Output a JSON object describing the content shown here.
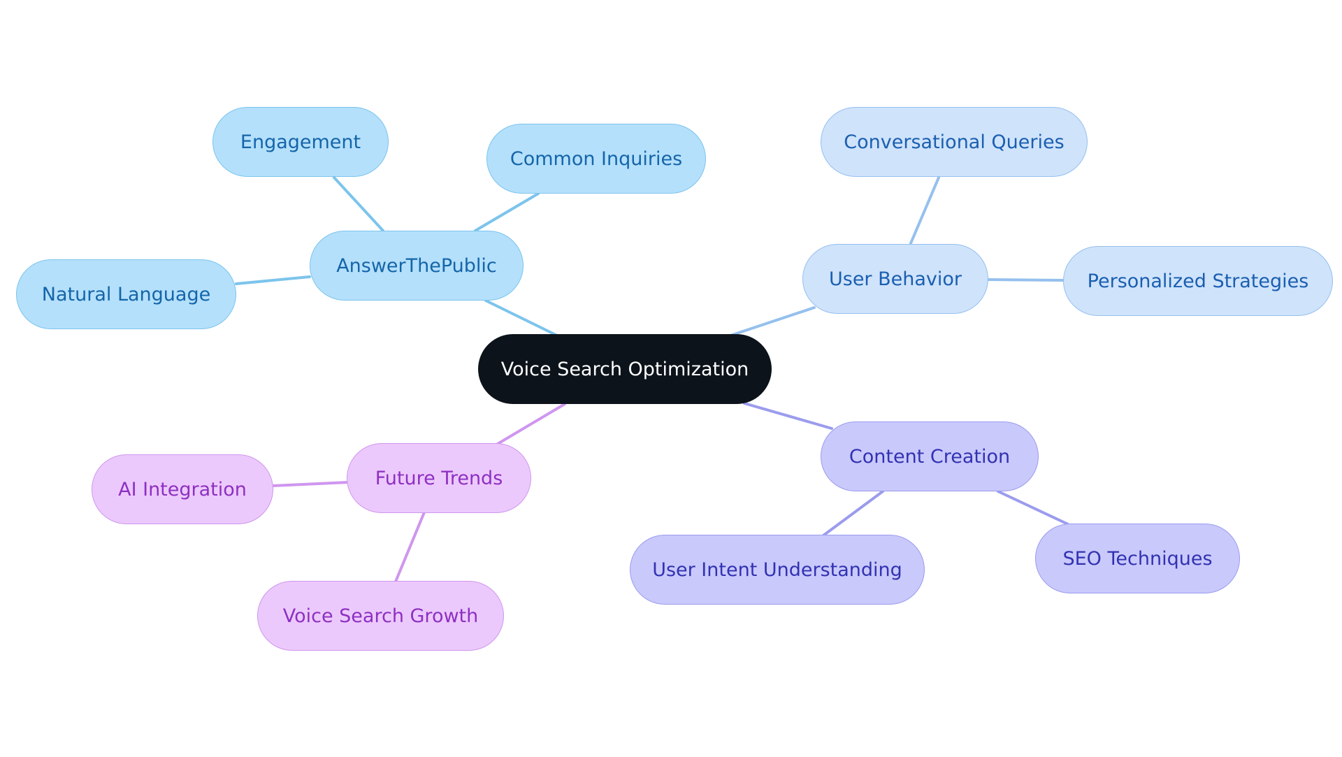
{
  "diagram": {
    "root": {
      "id": "root",
      "label": "Voice Search Optimization"
    },
    "branches": [
      {
        "id": "answerthepublic",
        "label": "AnswerThePublic",
        "color": "#7cc4ec",
        "children": [
          {
            "id": "engagement",
            "label": "Engagement"
          },
          {
            "id": "common-inquiries",
            "label": "Common Inquiries"
          },
          {
            "id": "natural-language",
            "label": "Natural Language"
          }
        ]
      },
      {
        "id": "user-behavior",
        "label": "User Behavior",
        "color": "#95c0ee",
        "children": [
          {
            "id": "conversational-queries",
            "label": "Conversational Queries"
          },
          {
            "id": "personalized-strategies",
            "label": "Personalized Strategies"
          }
        ]
      },
      {
        "id": "content-creation",
        "label": "Content Creation",
        "color": "#9b9cee",
        "children": [
          {
            "id": "user-intent-understanding",
            "label": "User Intent Understanding"
          },
          {
            "id": "seo-techniques",
            "label": "SEO Techniques"
          }
        ]
      },
      {
        "id": "future-trends",
        "label": "Future Trends",
        "color": "#cf96ee",
        "children": [
          {
            "id": "ai-integration",
            "label": "AI Integration"
          },
          {
            "id": "voice-search-growth",
            "label": "Voice Search Growth"
          }
        ]
      }
    ]
  }
}
